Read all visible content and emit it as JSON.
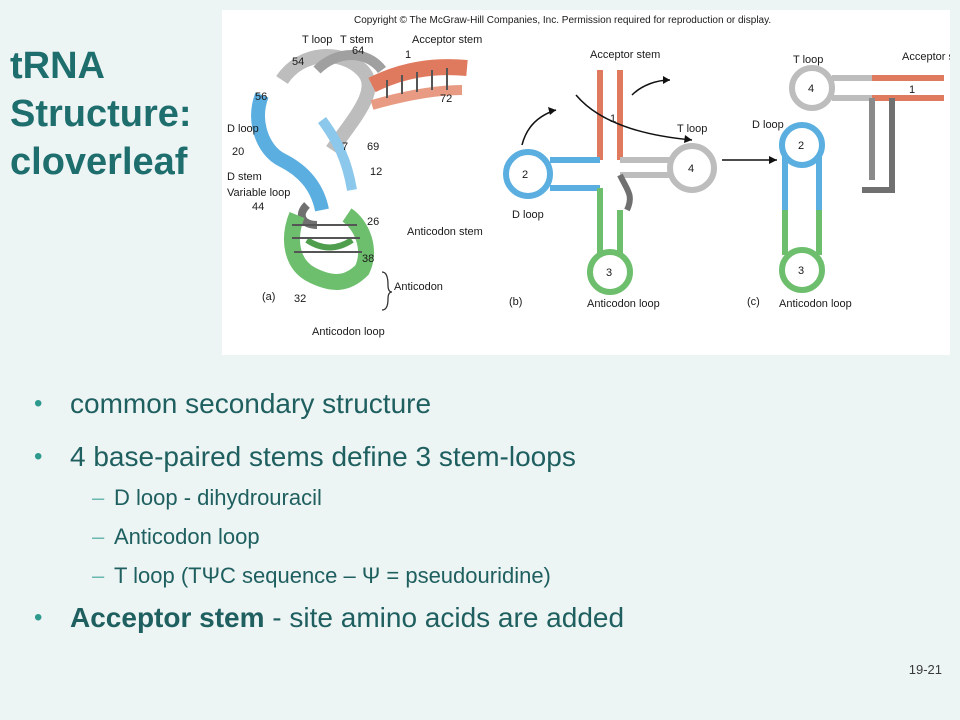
{
  "slide": {
    "title_lines": [
      "tRNA",
      "Structure:",
      "cloverleaf"
    ],
    "page_number": "19-21"
  },
  "figure": {
    "copyright": "Copyright © The McGraw-Hill Companies, Inc. Permission required for reproduction or display.",
    "panel_a": {
      "panel_label": "(a)",
      "labels": {
        "t_loop": "T loop",
        "t_stem": "T stem",
        "acceptor_stem": "Acceptor stem",
        "d_loop": "D loop",
        "d_stem": "D stem",
        "variable_loop": "Variable loop",
        "anticodon_stem": "Anticodon stem",
        "anticodon": "Anticodon",
        "anticodon_loop": "Anticodon loop"
      },
      "numbers": [
        "64",
        "54",
        "1",
        "56",
        "72",
        "20",
        "7",
        "69",
        "12",
        "44",
        "26",
        "38",
        "32"
      ]
    },
    "panel_b": {
      "panel_label": "(b)",
      "acceptor_stem": "Acceptor stem",
      "t_loop": "T loop",
      "d_loop": "D loop",
      "anticodon_loop": "Anticodon loop",
      "num_1": "1",
      "num_2": "2",
      "num_3": "3",
      "num_4": "4"
    },
    "panel_c": {
      "panel_label": "(c)",
      "t_loop": "T loop",
      "acceptor_stem": "Acceptor stem",
      "d_loop": "D loop",
      "anticodon_loop": "Anticodon loop",
      "num_1": "1",
      "num_2": "2",
      "num_3": "3",
      "num_4": "4"
    },
    "colors": {
      "acceptor": "#e07a5f",
      "d_arm": "#5aaee0",
      "anticodon": "#6dbf6d",
      "t_arm": "#bdbdbd",
      "variable": "#707070"
    }
  },
  "bullets": [
    {
      "text": "common secondary structure"
    },
    {
      "text": "4 base-paired stems define 3 stem-loops",
      "subs": [
        "D loop - dihydrouracil",
        "Anticodon loop",
        "T loop  (TΨC sequence – Ψ = pseudouridine)"
      ]
    }
  ],
  "last_bullet": {
    "bold": "Acceptor stem",
    "rest": " - site amino acids are added"
  },
  "bullet_marks": {
    "dot": "•",
    "dash": "–"
  }
}
